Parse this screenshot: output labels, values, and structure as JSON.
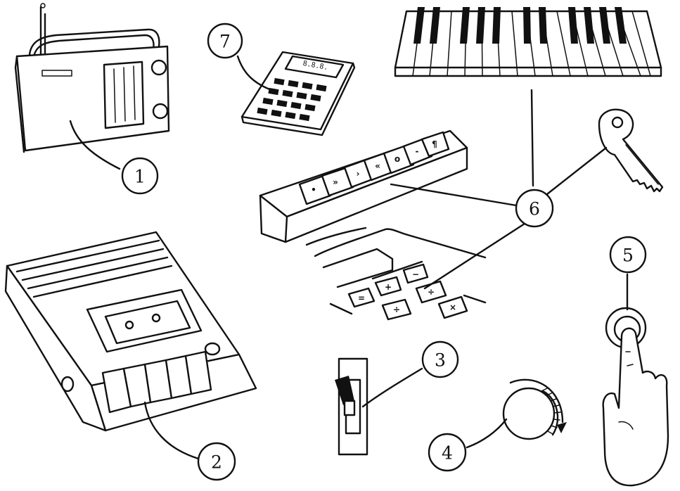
{
  "callouts": {
    "c1": "1",
    "c2": "2",
    "c3": "3",
    "c4": "4",
    "c5": "5",
    "c6": "6",
    "c7": "7"
  },
  "recorder_buttons": [
    "•",
    "»",
    "›",
    "«",
    "o",
    "-",
    "¶"
  ],
  "keypad_keys": [
    "=",
    "+",
    "−",
    "÷",
    "÷",
    "×"
  ],
  "calculator_display": "8.8.8.",
  "ink_color": "#111111"
}
